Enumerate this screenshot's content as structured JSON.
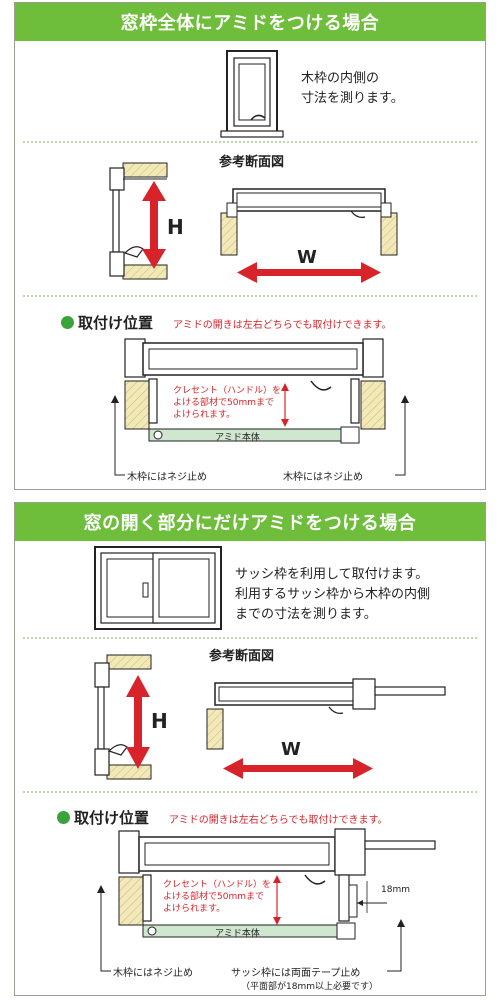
{
  "panel1": {
    "title": "窓枠全体にアミドをつける場合",
    "intro": [
      "木枠の内側の",
      "寸法を測ります。"
    ],
    "section_ref": "参考断面図",
    "label_h": "H",
    "label_w": "W",
    "mount_heading": "取付け位置",
    "mount_note": "アミドの開きは左右どちらでも取付けできます。",
    "crescent_note": [
      "クレセント（ハンドル）を",
      "よける部材で50mmまで",
      "よけられます。"
    ],
    "screen_label": "アミド本体",
    "left_fix": "木枠にはネジ止め",
    "right_fix": "木枠にはネジ止め"
  },
  "panel2": {
    "title": "窓の開く部分にだけアミドをつける場合",
    "intro": [
      "サッシ枠を利用して取付けます。",
      "利用するサッシ枠から木枠の内側",
      "までの寸法を測ります。"
    ],
    "section_ref": "参考断面図",
    "label_h": "H",
    "label_w": "W",
    "mount_heading": "取付け位置",
    "mount_note": "アミドの開きは左右どちらでも取付けできます。",
    "crescent_note": [
      "クレセント（ハンドル）を",
      "よける部材で50mmまで",
      "よけられます。"
    ],
    "screen_label": "アミド本体",
    "dimension": "18mm",
    "left_fix": "木枠にはネジ止め",
    "right_fix": "サッシ枠には両面テープ止め",
    "right_fix_note": "（平面部が18mm以上必要です）"
  },
  "colors": {
    "banner": "#6ebd3b",
    "accent_red": "#d9232a",
    "bullet_green": "#3aa43a",
    "wood": "#f2e8b8",
    "screen": "#cfe6cf"
  }
}
